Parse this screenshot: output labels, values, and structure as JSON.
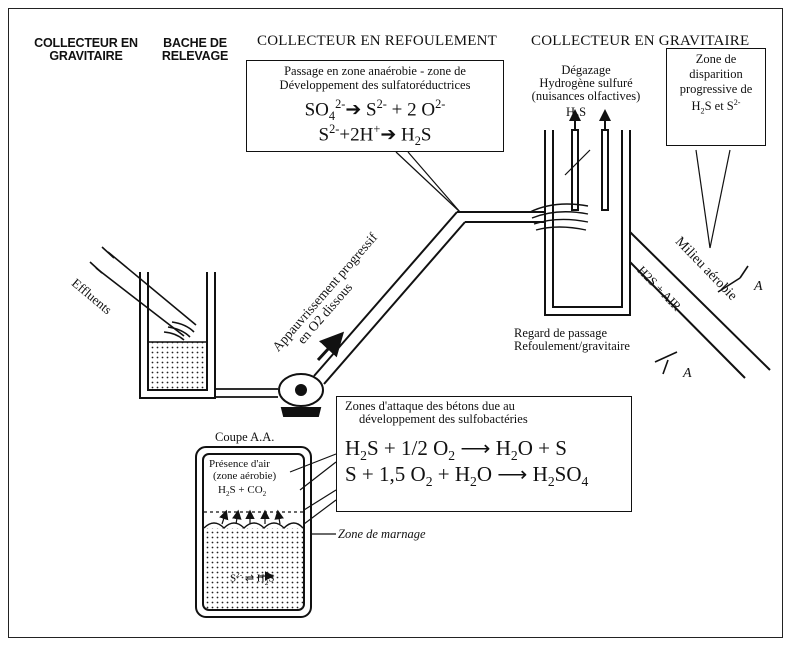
{
  "headers": {
    "col1_line1": "COLLECTEUR EN",
    "col1_line2": "GRAVITAIRE",
    "col2_line1": "BACHE DE",
    "col2_line2": "RELEVAGE",
    "col3": "COLLECTEUR EN REFOULEMENT",
    "col4": "COLLECTEUR EN GRAVITAIRE"
  },
  "anaerobic_box": {
    "line1": "Passage en zone anaérobie - zone de",
    "line2": "Développement des sulfatoréductrices"
  },
  "degassing": {
    "line1": "Dégazage",
    "line2": "Hydrogène sulfuré",
    "line3": "(nuisances olfactives)"
  },
  "disappearance_box": {
    "line1": "Zone de",
    "line2": "disparition",
    "line3": "progressive de",
    "line4_pre": "H",
    "line4_mid": "S et S"
  },
  "labels": {
    "effluents": "Effluents",
    "depletion_line1": "Appauvrissement progressif",
    "depletion_line2": "en O2 dissous",
    "aerobic": "Milieu aérobie",
    "h2s_air": "H2S + AIR",
    "manhole_line1": "Regard de passage",
    "manhole_line2": "Refoulement/gravitaire",
    "section_a": "A",
    "coupe": "Coupe A.A.",
    "presence_air_line1": "Présence d'air",
    "presence_air_line2": "(zone aérobie)",
    "h2s_co2": "H S + CO",
    "zone_marnage": "Zone de marnage",
    "s2_h2s": "S    H S"
  },
  "attack_box": {
    "line1": "Zones d'attaque des bétons due au",
    "line2": "développement des sulfobactéries"
  }
}
